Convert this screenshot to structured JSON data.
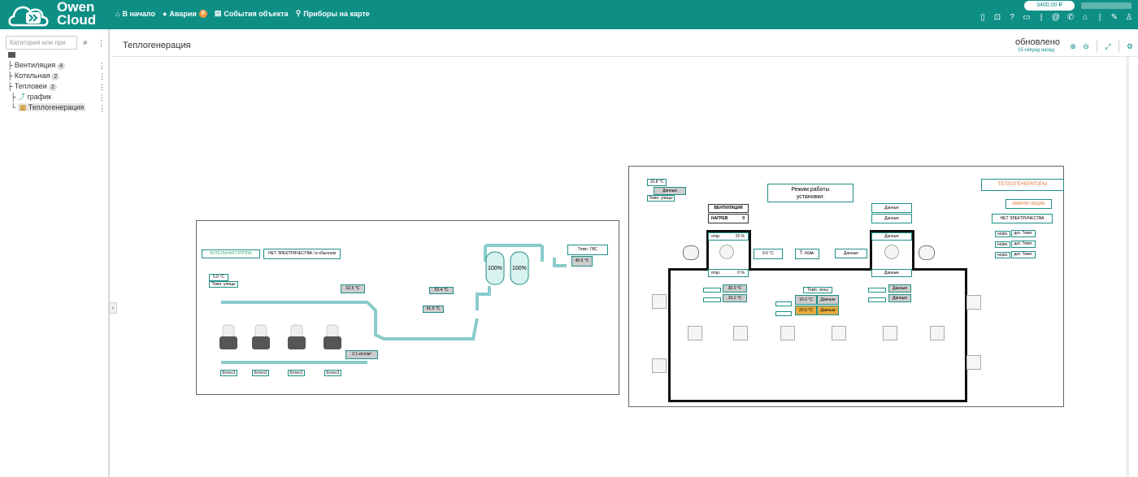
{
  "brand": {
    "line1": "Owen",
    "line2": "Cloud"
  },
  "nav": [
    {
      "icon": "home-icon",
      "glyph": "⌂",
      "label": "В начало"
    },
    {
      "icon": "alert-icon",
      "glyph": "●",
      "label": "Аварии",
      "badge": "0"
    },
    {
      "icon": "events-icon",
      "glyph": "▤",
      "label": "События объекта"
    },
    {
      "icon": "map-pin-icon",
      "glyph": "⚲",
      "label": "Приборы на карте"
    }
  ],
  "balance": "3400,00 ₽",
  "sidebar": {
    "search_placeholder": "Категория или при",
    "items": [
      {
        "label": "Вентиляция",
        "count": "4"
      },
      {
        "label": "Котельная",
        "count": "2"
      },
      {
        "label": "Тепловеи",
        "count": "2"
      },
      {
        "label": "график",
        "count": ""
      },
      {
        "label": "Теплогенерация",
        "count": ""
      }
    ]
  },
  "main": {
    "title": "Теплогенерация",
    "updated": "обновлено",
    "updated_sub": "15 секунд назад"
  },
  "left_scheme": {
    "title": "КОТЕЛЬНАЯ ГРУППА",
    "power": "НЕТ ЭЛЕКТРИЧЕСТВА / в обычном",
    "street_val": "5.0 °C",
    "street_label": "Темп. улицы",
    "t1": "62.5 °C",
    "t2": "52.4 °C",
    "t3": "41.6 °C",
    "t4": "2.1 кгс/см²",
    "temp_gvs_label": "Темп. ГВС",
    "temp_gvs_val": "45.6 °C",
    "tank": "100%",
    "boilers": [
      "Котел1",
      "Котел1",
      "Котел1",
      "Котел1"
    ]
  },
  "right_scheme": {
    "street_val": "15.8 °C",
    "street_data": "Данные",
    "street_label": "Темп. улицы",
    "vent": "ВЕНТИЛЯЦИЯ",
    "heat": "НАГРЕВ",
    "heat_val": "0",
    "mode_line1": "Режим работы",
    "mode_line2": "установки:",
    "data": "Данные",
    "tg_title": "ТЕПЛОГЕНЕРАТОРЫ",
    "alarm": "АВАРИИ ОБЩИЕ",
    "no_power": "НЕТ ЭЛЕКТРИЧЕСТВА",
    "open_label": "откр.",
    "open_val": "15 %",
    "open2_val": "0 %",
    "t_left": "9.5 °C",
    "t_room": "Т. пом.",
    "v_a": "30.0 °C",
    "v_b": "15.1 °C",
    "temp_zone": "Темп. зоны",
    "z_a": "16.0 °C",
    "z_b": "22.0 °C",
    "tg_rows": [
      "дат. Темп.",
      "дат. Темп.",
      "дат. Темп."
    ],
    "tg_prefix": "норм."
  }
}
